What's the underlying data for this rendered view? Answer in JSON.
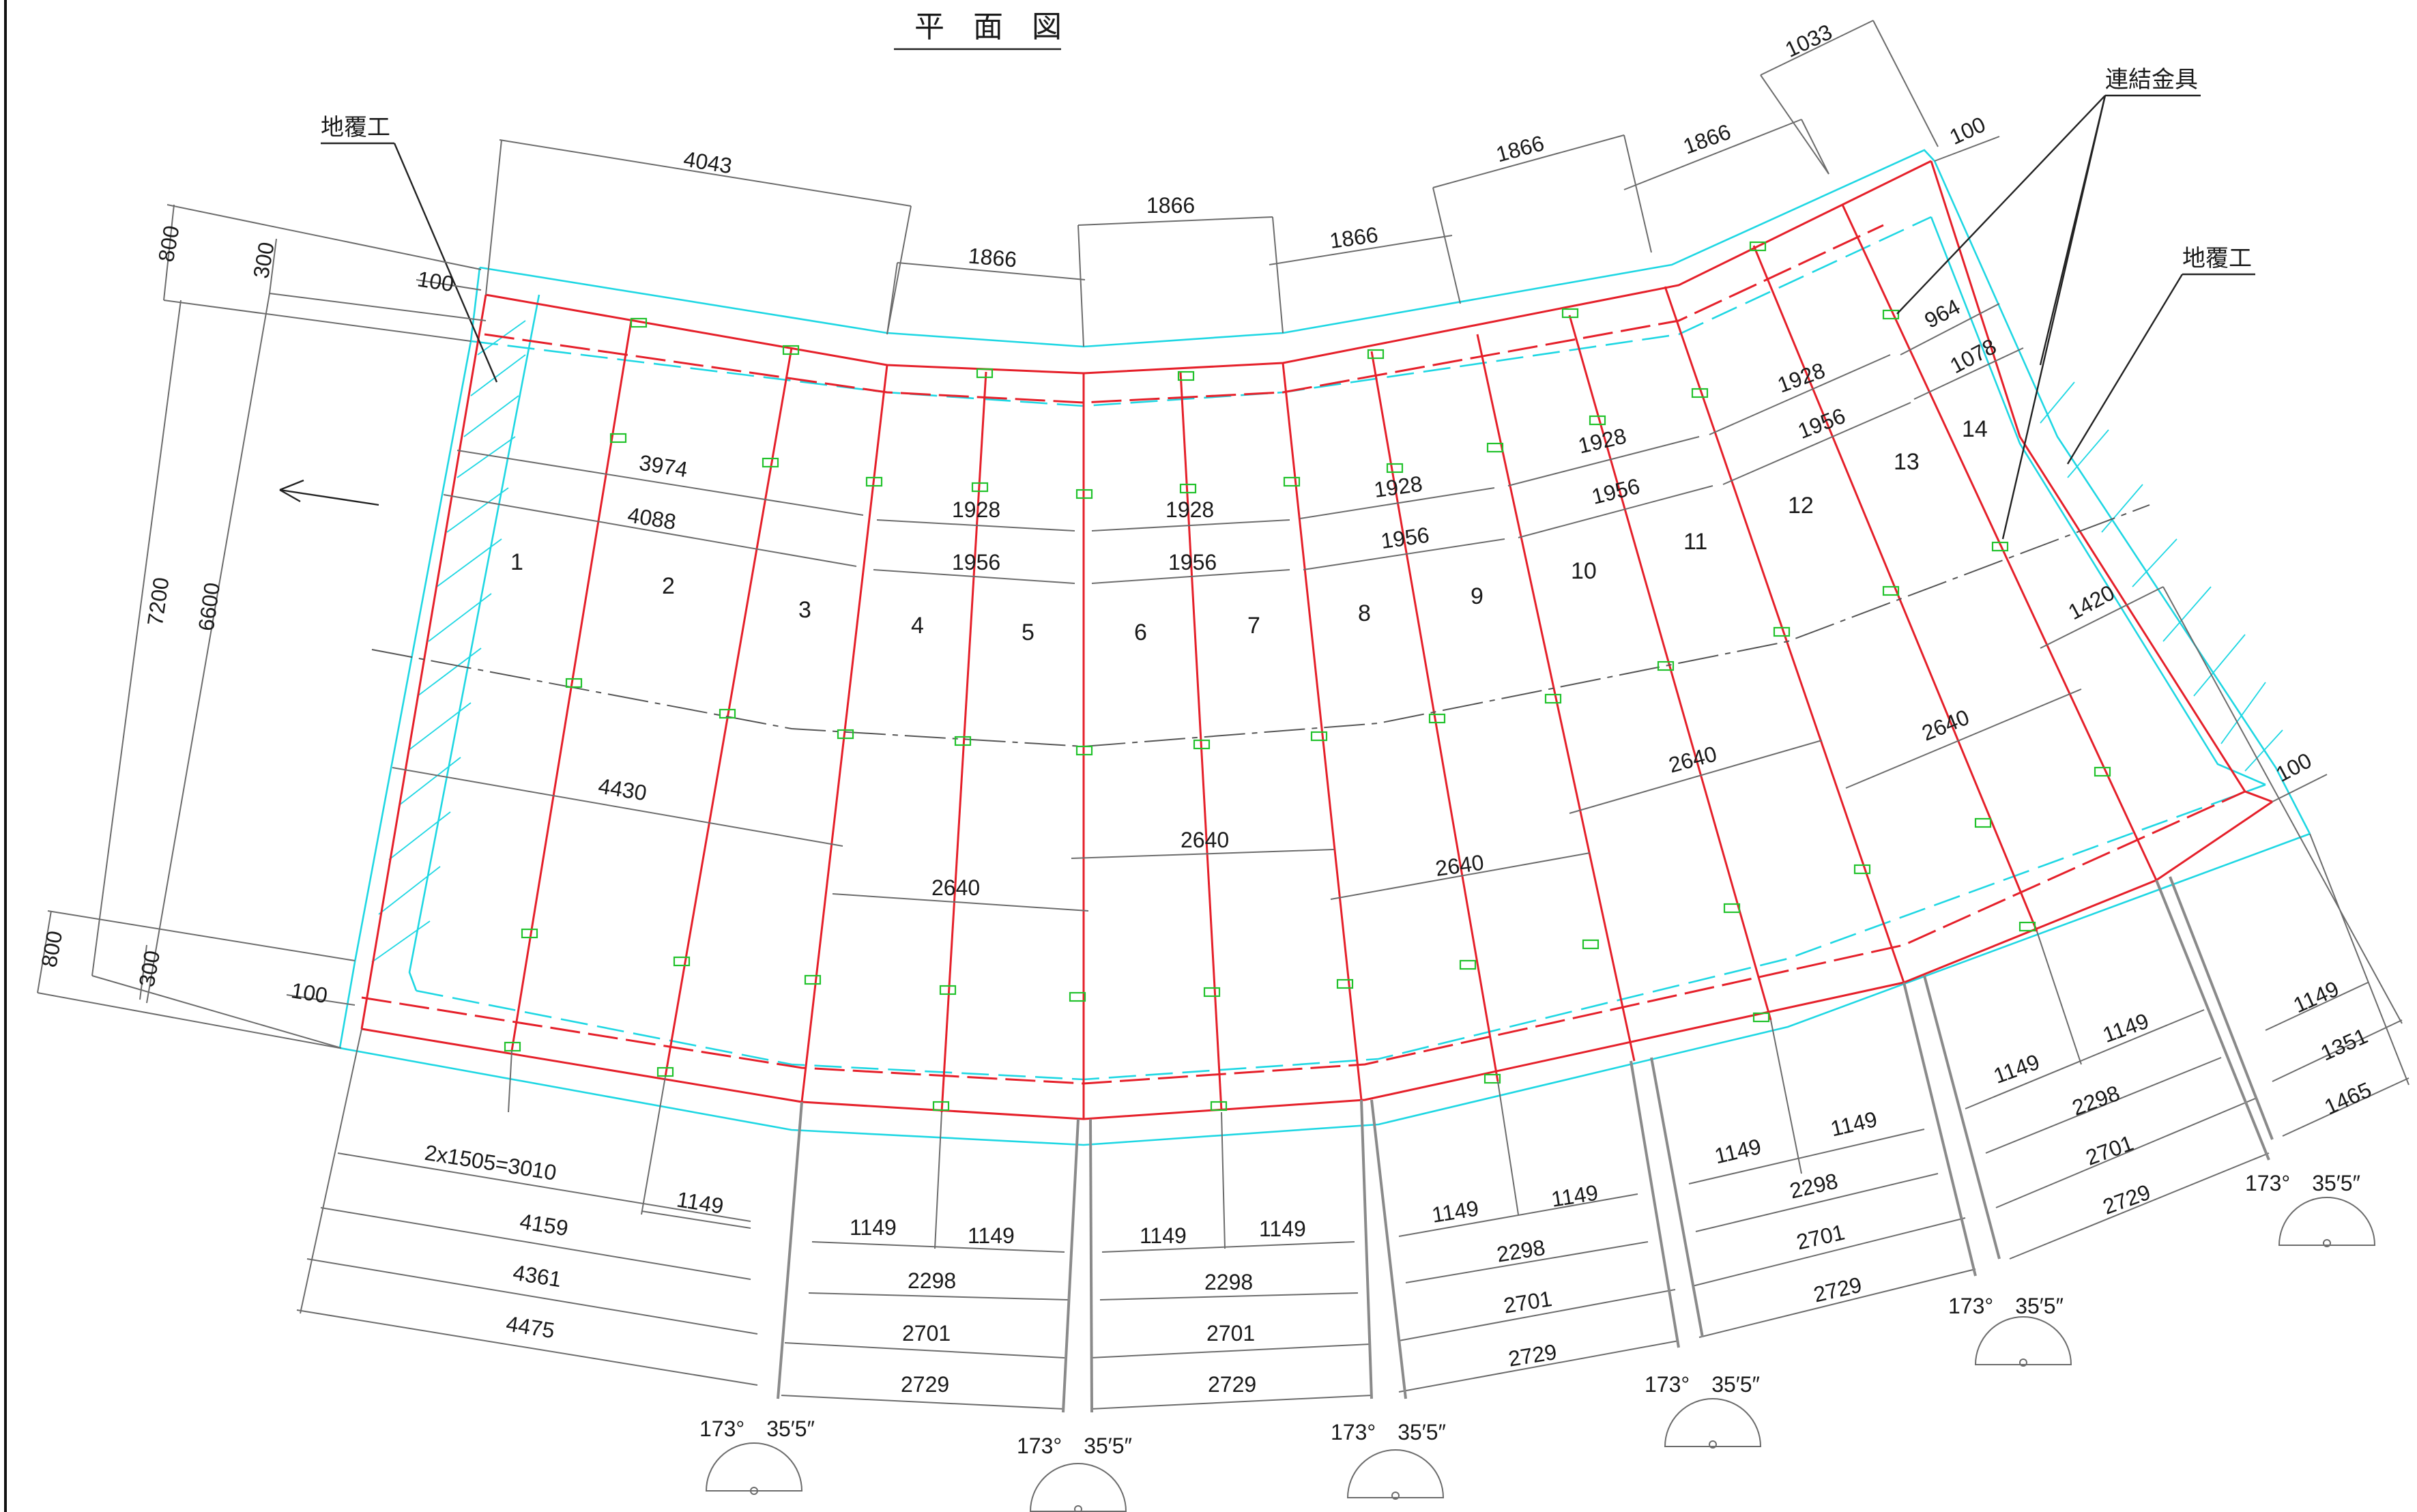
{
  "title": "平 面 図",
  "labels": {
    "jifukuko_left": "地覆工",
    "jifukuko_right": "地覆工",
    "connector": "連結金具"
  },
  "panels": [
    "1",
    "2",
    "3",
    "4",
    "5",
    "6",
    "7",
    "8",
    "9",
    "10",
    "11",
    "12",
    "13",
    "14"
  ],
  "dimensions": {
    "top_4043": "4043",
    "top_1866_a": "1866",
    "top_1866_b": "1866",
    "top_1866_c": "1866",
    "top_1866_d": "1866",
    "top_1866_e": "1866",
    "top_1033": "1033",
    "top_100_right": "100",
    "left_800_top": "800",
    "left_300_top": "300",
    "left_100_top": "100",
    "left_7200": "7200",
    "left_6600": "6600",
    "left_800_bot": "800",
    "left_300_bot": "300",
    "left_100_bot": "100",
    "w_3974": "3974",
    "w_4088": "4088",
    "w_1928_a": "1928",
    "w_1928_b": "1928",
    "w_1928_c": "1928",
    "w_1928_d": "1928",
    "w_1928_e": "1928",
    "w_1956_a": "1956",
    "w_1956_b": "1956",
    "w_1956_c": "1956",
    "w_1956_d": "1956",
    "w_1956_e": "1956",
    "w_964": "964",
    "w_1078": "1078",
    "w_1420": "1420",
    "w_100_right": "100",
    "w_4430": "4430",
    "w_2640_a": "2640",
    "w_2640_b": "2640",
    "w_2640_c": "2640",
    "w_2640_d": "2640",
    "w_2640_e": "2640",
    "b_2x1505": "2x1505=3010",
    "b_1149_1": "1149",
    "b_4159": "4159",
    "b_4361": "4361",
    "b_4475": "4475",
    "b_1149_2a": "1149",
    "b_1149_2b": "1149",
    "b_2298_2": "2298",
    "b_2701_2": "2701",
    "b_2729_2": "2729",
    "b_1149_3a": "1149",
    "b_1149_3b": "1149",
    "b_2298_3": "2298",
    "b_2701_3": "2701",
    "b_2729_3": "2729",
    "b_1149_4a": "1149",
    "b_1149_4b": "1149",
    "b_2298_4": "2298",
    "b_2701_4": "2701",
    "b_2729_4": "2729",
    "b_1149_5a": "1149",
    "b_1149_5b": "1149",
    "b_2298_5": "2298",
    "b_2701_5": "2701",
    "b_2729_5": "2729",
    "b_1149_6a": "1149",
    "b_1149_6b": "1149",
    "b_2298_6": "2298",
    "b_2701_6": "2701",
    "b_2729_6": "2729",
    "b_1149_7": "1149",
    "b_1351": "1351",
    "b_1465": "1465"
  },
  "angles": {
    "a1": "173°　35′5″",
    "a2": "173°　35′5″",
    "a3": "173°　35′5″",
    "a4": "173°　35′5″",
    "a5": "173°　35′5″",
    "a6": "173°　35′5″"
  },
  "colors": {
    "panel_line": "#e5202a",
    "curb_line": "#1fd7e3",
    "connector_box": "#22c22c",
    "dimension": "#1a1a1a"
  }
}
